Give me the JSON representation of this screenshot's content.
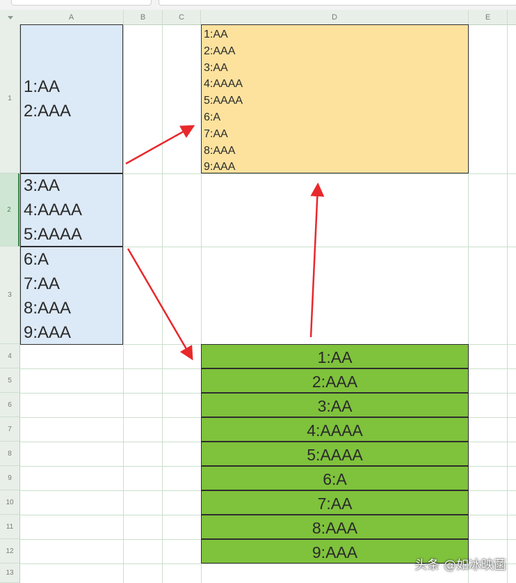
{
  "columns": [
    "A",
    "B",
    "C",
    "D",
    "E"
  ],
  "rows": [
    "1",
    "2",
    "3",
    "4",
    "5",
    "6",
    "7",
    "8",
    "9",
    "10",
    "11",
    "12",
    "13"
  ],
  "cells": {
    "A1": [
      "1:AA",
      "2:AAA"
    ],
    "A2": [
      "3:AA",
      "4:AAAA",
      "5:AAAA"
    ],
    "A3": [
      "6:A",
      "7:AA",
      "8:AAA",
      "9:AAA"
    ],
    "D1": [
      "1:AA",
      "2:AAA",
      "3:AA",
      "4:AAAA",
      "5:AAAA",
      "6:A",
      "7:AA",
      "8:AAA",
      "9:AAA"
    ],
    "D4_D12": [
      "1:AA",
      "2:AAA",
      "3:AA",
      "4:AAAA",
      "5:AAAA",
      "6:A",
      "7:AA",
      "8:AAA",
      "9:AAA"
    ]
  },
  "colors": {
    "a_fill": "#dce9f6",
    "d1_fill": "#fde29e",
    "green_fill": "#7fc23c",
    "arrow": "#e8282b",
    "gridline": "#c9dfcc",
    "header_bg": "#e8efe9"
  },
  "selected_row": "2",
  "watermark": "头条 @如冰映菡"
}
